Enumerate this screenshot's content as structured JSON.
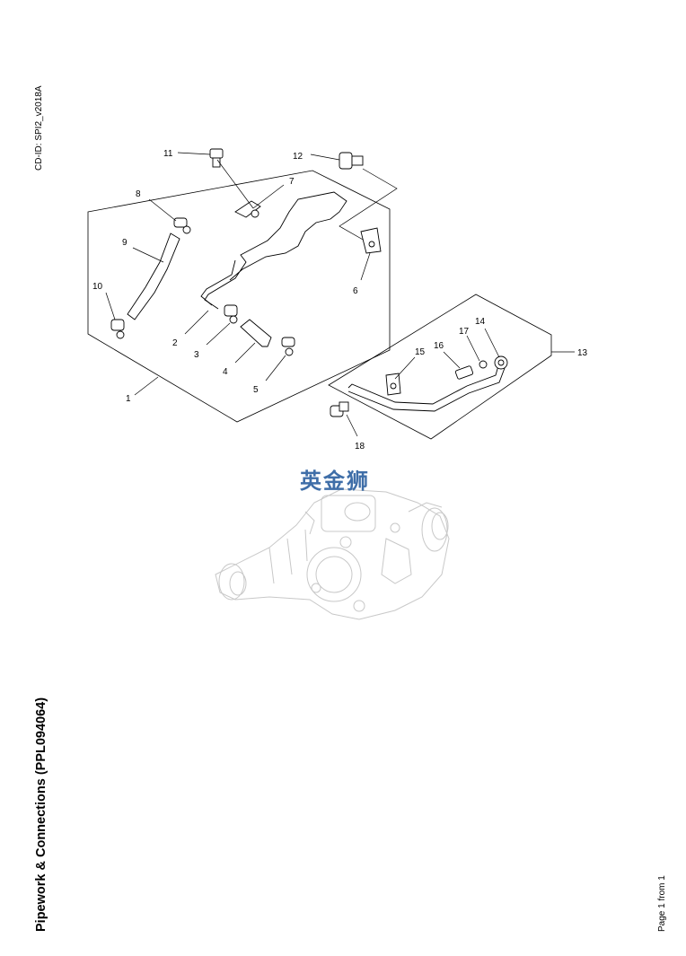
{
  "header": {
    "cd_id": "CD-ID: SPI2_v2018A"
  },
  "title": "Pipework & Connections (PPL094064)",
  "footer": {
    "page": "Page 1 from 1"
  },
  "watermark": "英金狮",
  "colors": {
    "watermark": "#3f6ea8",
    "line": "#000000",
    "ghost": "#c8c8c8"
  },
  "callouts": {
    "c1": "1",
    "c2": "2",
    "c3": "3",
    "c4": "4",
    "c5": "5",
    "c6": "6",
    "c7": "7",
    "c8": "8",
    "c9": "9",
    "c10": "10",
    "c11": "11",
    "c12": "12",
    "c13": "13",
    "c14": "14",
    "c15": "15",
    "c16": "16",
    "c17": "17",
    "c18": "18"
  }
}
